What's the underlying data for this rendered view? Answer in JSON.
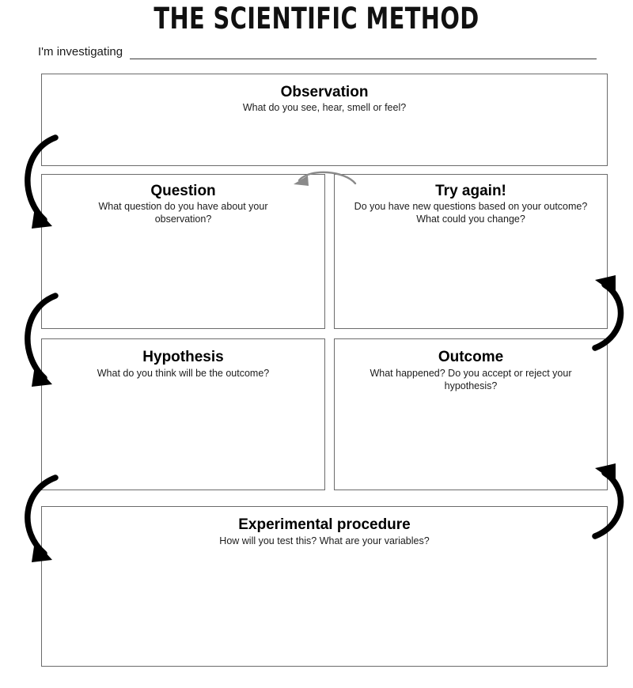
{
  "worksheet": {
    "title": "THE SCIENTIFIC METHOD",
    "investigating_label": "I'm investigating",
    "investigating_value": "",
    "blank_line_placeholder": ""
  },
  "boxes": [
    {
      "key": "observation",
      "heading": "Observation",
      "prompt": "What do you see, hear, smell or feel?",
      "answer": ""
    },
    {
      "key": "question",
      "heading": "Question",
      "prompt": "What question do you have about your observation?",
      "answer": ""
    },
    {
      "key": "try_again",
      "heading": "Try again!",
      "prompt": "Do you have new questions based on your outcome? What could you change?",
      "answer": ""
    },
    {
      "key": "hypothesis",
      "heading": "Hypothesis",
      "prompt": "What do you think will be the outcome?",
      "answer": ""
    },
    {
      "key": "outcome",
      "heading": "Outcome",
      "prompt": "What happened? Do you accept or reject your hypothesis?",
      "answer": ""
    },
    {
      "key": "experimental_procedure",
      "heading": "Experimental procedure",
      "prompt": "How will you test this? What are your variables?",
      "answer": ""
    }
  ],
  "flow_arrows": [
    {
      "name": "observation-to-question",
      "side": "left",
      "direction": "down",
      "color": "#000000"
    },
    {
      "name": "question-to-hypothesis",
      "side": "left",
      "direction": "down",
      "color": "#000000"
    },
    {
      "name": "hypothesis-to-procedure",
      "side": "left",
      "direction": "down",
      "color": "#000000"
    },
    {
      "name": "outcome-to-tryagain",
      "side": "right",
      "direction": "up",
      "color": "#000000"
    },
    {
      "name": "procedure-to-outcome",
      "side": "right",
      "direction": "up",
      "color": "#000000"
    },
    {
      "name": "tryagain-to-question",
      "side": "top-middle",
      "direction": "left",
      "color": "#808080"
    }
  ],
  "colors": {
    "box_border": "#6b6b6b",
    "text": "#000000",
    "arrow_black": "#000000",
    "arrow_gray": "#808080",
    "page_background": "#ffffff"
  }
}
